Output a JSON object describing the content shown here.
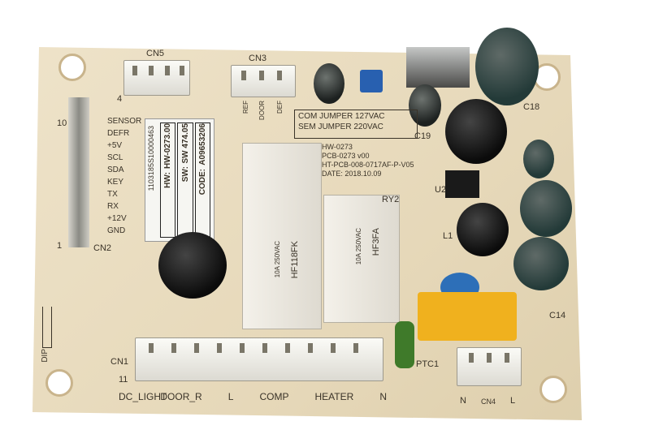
{
  "image": {
    "colors": {
      "board": "#e9dcc0",
      "connector": "#f2f1ec",
      "relay": "#ece9e1",
      "yellow_cap": "#f0b11e",
      "blue_cap": "#2d6fb8",
      "trimmer": "#2860b0",
      "ptc": "#3f7a2a"
    }
  },
  "silkscreen": {
    "cn5": "CN5",
    "cn3": "CN3",
    "cn2": "CN2",
    "cn1": "CN1",
    "cn4": "CN4",
    "cn2_pins": [
      "SENSOR",
      "DEFR",
      "+5V",
      "SCL",
      "SDA",
      "KEY",
      "TX",
      "RX",
      "+12V",
      "GND"
    ],
    "pin_10": "10",
    "pin_1": "1",
    "pin_11": "11",
    "pin_4": "4",
    "jumper_com": "COM JUMPER 127VAC",
    "jumper_sem": "SEM JUMPER 220VAC",
    "c19": "C19",
    "c18": "C18",
    "c14": "C14",
    "u2": "U2",
    "l1": "L1",
    "ptc1": "PTC1",
    "rly2": "RY2",
    "board_info": [
      "HW-0273",
      "PCB-0273 v00",
      "HT-PCB-008-0717AF-P-V05",
      "DATE: 2018.10.09"
    ],
    "bottom_labels": [
      "DC_LIGHT",
      "DOOR_R",
      "L",
      "COMP",
      "HEATER",
      "N"
    ],
    "cn4_labels": [
      "N",
      "L"
    ],
    "dip": "DIP",
    "cn3_pins": [
      "REF",
      "DOOR",
      "DEF"
    ]
  },
  "sticker": {
    "rows": [
      {
        "key": "CODE:",
        "value": "A09653206"
      },
      {
        "key": "SW:",
        "value": "SW 474.05"
      },
      {
        "key": "HW:",
        "value": "HW-0273.00"
      }
    ],
    "serial": "1103185S10000463"
  },
  "relays": [
    {
      "model": "HF118FK",
      "spec": "10A 250VAC"
    },
    {
      "model": "HF3FA",
      "spec": "10A 250VAC"
    }
  ]
}
